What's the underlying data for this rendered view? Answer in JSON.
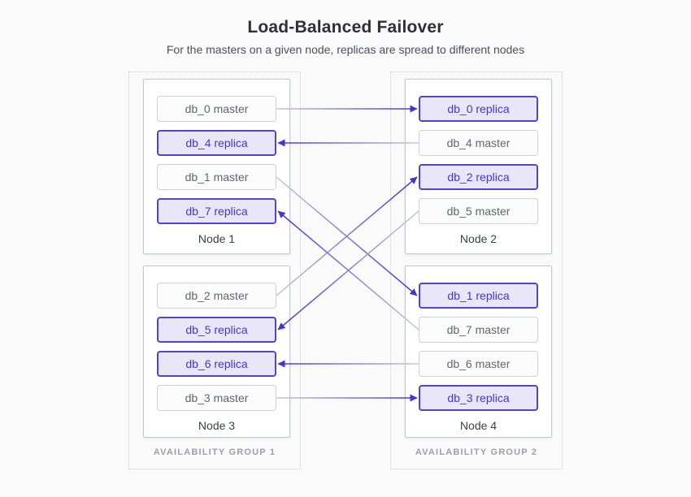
{
  "header": {
    "title": "Load-Balanced Failover",
    "subtitle": "For the masters on a given node, replicas are spread to different nodes"
  },
  "colors": {
    "accent": "#4a38d0",
    "replica_bg": "#e9e6f9",
    "replica_border": "#5344cd",
    "replica_text": "#4737c8",
    "master_text": "#61656d",
    "arrow_start": "#c6c9d3",
    "arrow_end": "#4433d6"
  },
  "groups": [
    {
      "label": "AVAILABILITY GROUP 1",
      "nodes": [
        {
          "label": "Node 1",
          "slots": [
            {
              "label": "db_0 master",
              "type": "master"
            },
            {
              "label": "db_4 replica",
              "type": "replica"
            },
            {
              "label": "db_1 master",
              "type": "master"
            },
            {
              "label": "db_7 replica",
              "type": "replica"
            }
          ]
        },
        {
          "label": "Node 3",
          "slots": [
            {
              "label": "db_2 master",
              "type": "master"
            },
            {
              "label": "db_5 replica",
              "type": "replica"
            },
            {
              "label": "db_6 replica",
              "type": "replica"
            },
            {
              "label": "db_3 master",
              "type": "master"
            }
          ]
        }
      ]
    },
    {
      "label": "AVAILABILITY GROUP 2",
      "nodes": [
        {
          "label": "Node 2",
          "slots": [
            {
              "label": "db_0 replica",
              "type": "replica"
            },
            {
              "label": "db_4 master",
              "type": "master"
            },
            {
              "label": "db_2 replica",
              "type": "replica"
            },
            {
              "label": "db_5 master",
              "type": "master"
            }
          ]
        },
        {
          "label": "Node 4",
          "slots": [
            {
              "label": "db_1 replica",
              "type": "replica"
            },
            {
              "label": "db_7 master",
              "type": "master"
            },
            {
              "label": "db_6 master",
              "type": "master"
            },
            {
              "label": "db_3 replica",
              "type": "replica"
            }
          ]
        }
      ]
    }
  ],
  "connections": [
    {
      "from": "db_0 master",
      "to": "db_0 replica"
    },
    {
      "from": "db_4 master",
      "to": "db_4 replica"
    },
    {
      "from": "db_1 master",
      "to": "db_1 replica"
    },
    {
      "from": "db_7 master",
      "to": "db_7 replica"
    },
    {
      "from": "db_2 master",
      "to": "db_2 replica"
    },
    {
      "from": "db_5 master",
      "to": "db_5 replica"
    },
    {
      "from": "db_6 master",
      "to": "db_6 replica"
    },
    {
      "from": "db_3 master",
      "to": "db_3 replica"
    }
  ]
}
